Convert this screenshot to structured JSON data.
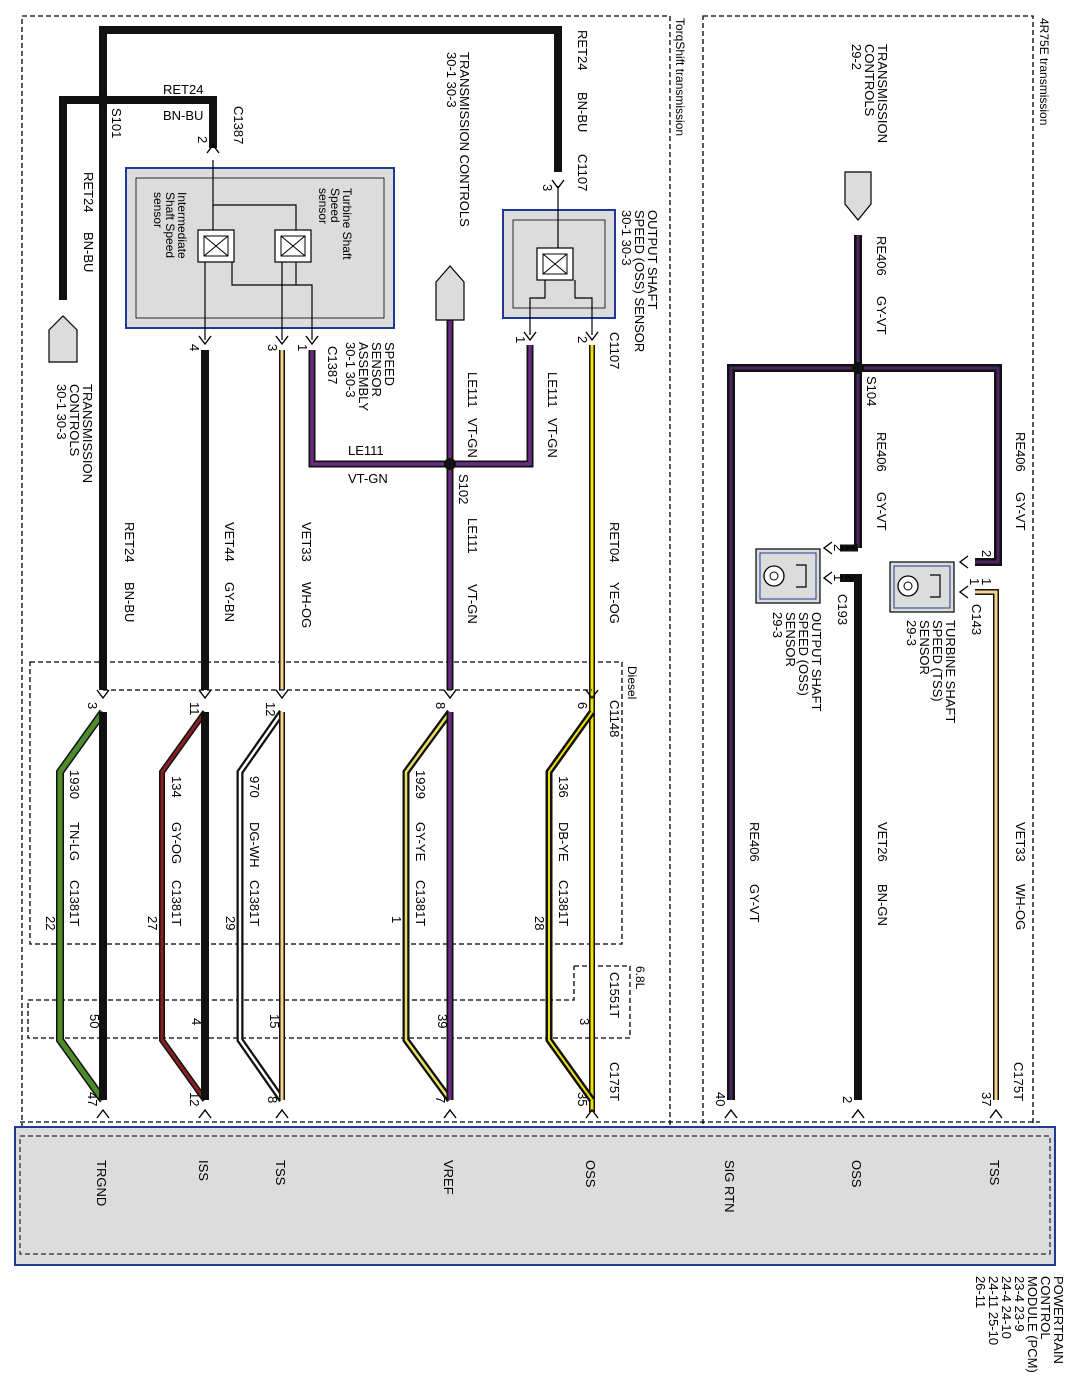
{
  "sections": {
    "torqshift": "TorqShift transmission",
    "r4r75e": "4R75E transmission",
    "diesel": "Diesel",
    "v68": "6.8L"
  },
  "pcm": {
    "lines": [
      "POWERTRAIN",
      "CONTROL",
      "MODULE (PCM)",
      "23-4    23-9",
      "24-4    24-10",
      "24-11   25-10",
      "26-11"
    ],
    "pins": [
      "TRGND",
      "ISS",
      "TSS",
      "VREF",
      "OSS",
      "SIG RTN",
      "OSS",
      "TSS"
    ]
  },
  "splices": {
    "s101": "S101",
    "s102": "S102",
    "s104": "S104"
  },
  "refs": {
    "tc_left": [
      "TRANSMISSION",
      "CONTROLS",
      "30-1   30-3"
    ],
    "tc_mid": [
      "TRANSMISSION CONTROLS",
      "30-1   30-3"
    ],
    "tc_right": [
      "TRANSMISSION",
      "CONTROLS",
      "29-2"
    ]
  },
  "components": {
    "ssa_inner_turbine": [
      "Turbine Shaft",
      "Speed",
      "sensor"
    ],
    "ssa_inner_intermediate": [
      "Intermediate",
      "Shaft Speed",
      "sensor"
    ],
    "ssa_label": [
      "SPEED",
      "SENSOR",
      "ASSEMBLY",
      "30-1   30-3"
    ],
    "oss_label": [
      "OUTPUT SHAFT",
      "SPEED (OSS) SENSOR",
      "30-1   30-3"
    ],
    "oss2_label": [
      "OUTPUT SHAFT",
      "SPEED (OSS)",
      "SENSOR",
      "29-3"
    ],
    "tss2_label": [
      "TURBINE SHAFT",
      "SPEED (TSS)",
      "SENSOR",
      "29-3"
    ]
  },
  "connectors": {
    "c1387_top": "C1387",
    "c1387_bot": "C1387",
    "c1107_top": "C1107",
    "c1107_bot": "C1107",
    "c1148": "C1148",
    "c1381t": "C1381T",
    "c1551t": "C1551T",
    "c175t_l": "C175T",
    "c175t_r": "C175T",
    "c193": "C193",
    "c143": "C143"
  },
  "wires": {
    "ret24_top": [
      "RET24",
      "BN-BU"
    ],
    "ret24_top2": [
      "RET24",
      "BN-BU"
    ],
    "ret24_left": [
      "RET24",
      "BN-BU"
    ],
    "ret24_main": [
      "RET24",
      "BN-BU"
    ],
    "vet44": [
      "VET44",
      "GY-BN"
    ],
    "vet33": [
      "VET33",
      "WH-OG"
    ],
    "le111_h": [
      "LE111",
      "VT-GN"
    ],
    "le111_main": [
      "LE111",
      "VT-GN"
    ],
    "le111_oss": [
      "LE111",
      "VT-GN"
    ],
    "le111_top": [
      "LE111",
      "VT-GN"
    ],
    "ret04": [
      "RET04",
      "YE-OG"
    ],
    "d1930": [
      "1930",
      "TN-LG"
    ],
    "d134": [
      "134",
      "GY-OG"
    ],
    "d970": [
      "970",
      "DG-WH"
    ],
    "d1929": [
      "1929",
      "GY-YE"
    ],
    "d136": [
      "136",
      "DB-YE"
    ],
    "re406_top": [
      "RE406",
      "GY-VT"
    ],
    "re406_mid": [
      "RE406",
      "GY-VT"
    ],
    "re406_right": [
      "RE406",
      "GY-VT"
    ],
    "re406_left": [
      "RE406",
      "GY-VT"
    ],
    "vet26": [
      "VET26",
      "BN-GN"
    ],
    "vet33_r": [
      "VET33",
      "WH-OG"
    ]
  },
  "pin_numbers": {
    "c1387_top": "2",
    "c1107_top": "3",
    "ssa": [
      "4",
      "3",
      "1"
    ],
    "oss_pins": [
      "1",
      "2"
    ],
    "c1148": [
      "3",
      "11",
      "12",
      "8",
      "6"
    ],
    "c1381t": [
      "22",
      "27",
      "29",
      "1",
      "28"
    ],
    "c1551t": [
      "50",
      "4",
      "15",
      "39",
      "3"
    ],
    "c175t": [
      "47",
      "12",
      "8",
      "7",
      "35"
    ],
    "c175t_r": [
      "40",
      "2",
      "37"
    ],
    "c193": [
      "1",
      "2",
      "2",
      "1"
    ],
    "c143": [
      "2",
      "1",
      "1"
    ]
  },
  "colors": {
    "black": "#111111",
    "violet": "#6a2b86",
    "yellow": "#f0e000",
    "green": "#4f8a2b",
    "red": "#8b1e1e",
    "white": "#ffffff",
    "box_fill": "#dcdcdc",
    "box_border": "#1f3a93"
  }
}
